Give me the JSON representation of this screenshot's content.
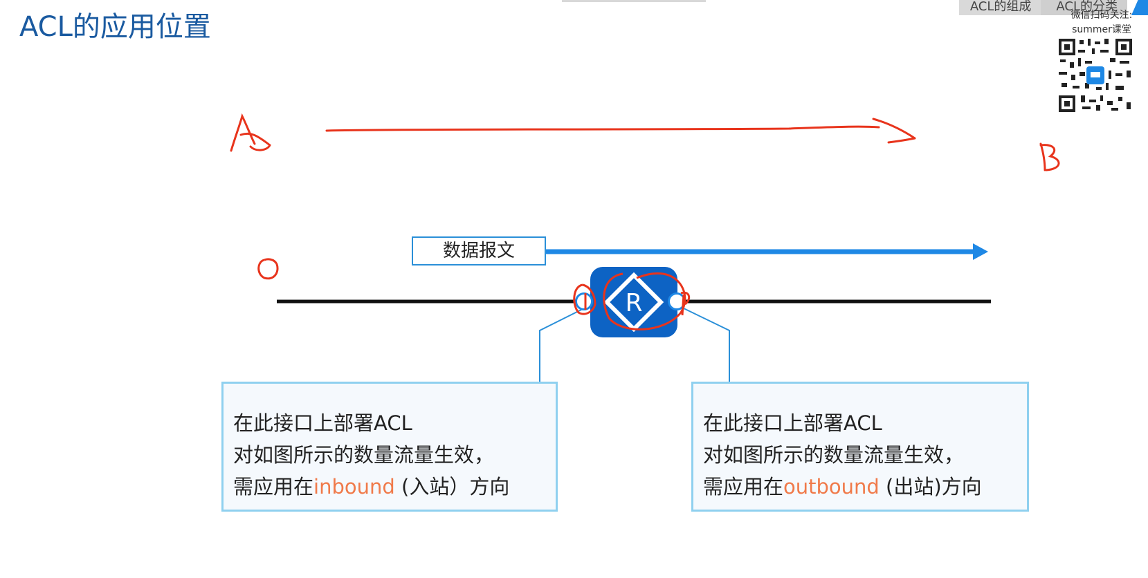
{
  "header": {
    "title": "ACL的应用位置",
    "nav_tabs": [
      "ACL的组成",
      "ACL的分类"
    ],
    "wechat_line1": "微信扫码关注:",
    "wechat_line2": "summer课堂"
  },
  "diagram": {
    "packet_label": "数据报文",
    "router_letter": "R",
    "handwriting": {
      "point_a": "A",
      "point_b": "B",
      "mark": "O"
    },
    "left_box": {
      "line1": "在此接口上部署ACL",
      "line2": "对如图所示的数量流量生效，",
      "line3_prefix": "需应用在",
      "line3_keyword": "inbound",
      "line3_suffix": " (入站）方向"
    },
    "right_box": {
      "line1": "在此接口上部署ACL",
      "line2": "对如图所示的数量流量生效，",
      "line3_prefix": "需应用在",
      "line3_keyword": "outbound",
      "line3_suffix": " (出站)方向"
    }
  },
  "colors": {
    "title": "#1a5aa0",
    "flow_arrow": "#1e88e5",
    "router": "#0d63c4",
    "annotation_red": "#e8341c",
    "keyword_orange": "#f07a4a",
    "callout_border": "#8fd0ef"
  }
}
